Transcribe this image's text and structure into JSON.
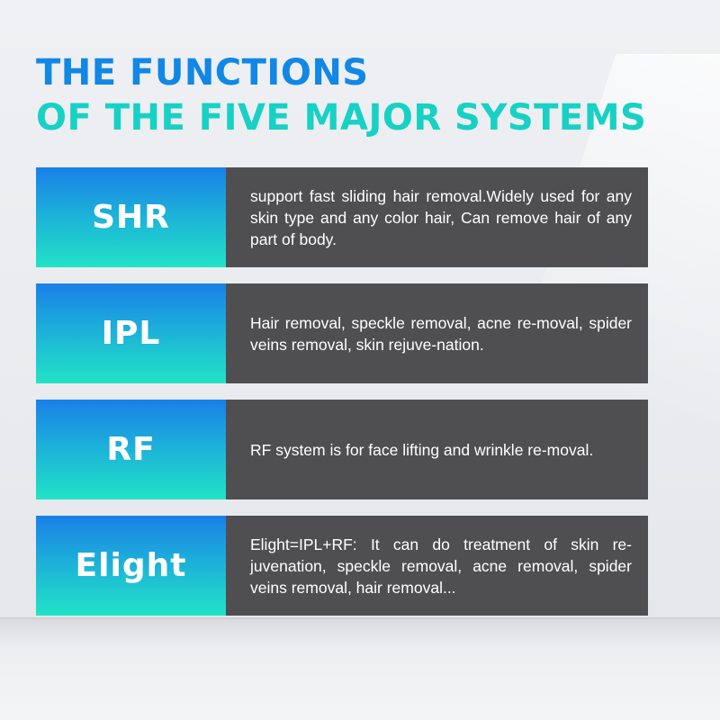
{
  "title": {
    "line1": "THE FUNCTIONS",
    "line2": "OF THE FIVE MAJOR SYSTEMS"
  },
  "systems": [
    {
      "name": "SHR",
      "description": "support fast sliding hair removal.Widely used for any skin type and any color hair, Can remove hair of any part of body."
    },
    {
      "name": "IPL",
      "description": "Hair removal, speckle removal, acne re-moval, spider veins removal, skin rejuve-nation."
    },
    {
      "name": "RF",
      "description": "RF system is for face lifting and wrinkle re-moval."
    },
    {
      "name": "Elight",
      "description": "Elight=IPL+RF:  It can do treatment of skin re-juvenation, speckle removal, acne removal, spider veins removal,  hair removal..."
    }
  ],
  "colors": {
    "title_blue": "#1187e6",
    "title_cyan": "#17d1c4",
    "label_gradient_top": "#1a80e8",
    "label_gradient_bottom": "#22e3c6",
    "description_background": "#4f4f51"
  }
}
